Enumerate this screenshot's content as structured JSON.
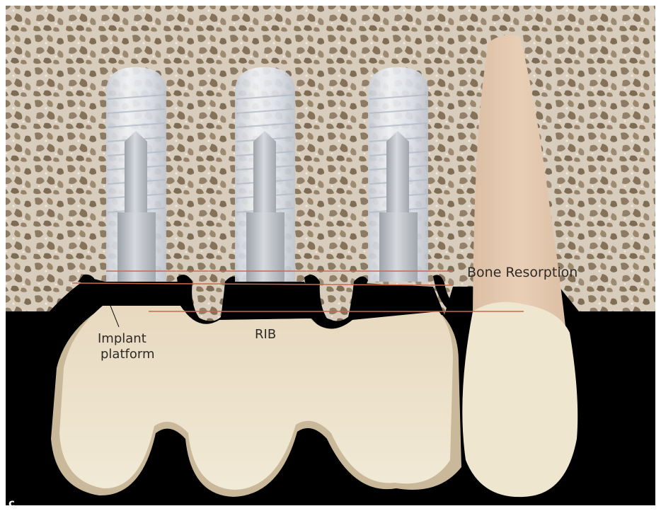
{
  "labels": {
    "bone_resorption": "Bone Resorption",
    "rib": "RIB",
    "implant_line1": "Implant",
    "implant_line2": "platform",
    "panel": "c"
  },
  "colors": {
    "bone_light": "#d8cdbc",
    "bone_dark": "#8c7a62",
    "tooth": "#ede4cc",
    "tooth_shadow": "#d9ccab",
    "root": "#e3c8ae",
    "implant": "#dfe4ec",
    "abutment": "#aeb2b8",
    "resorption_line": "#c86a4c",
    "background": "#000000",
    "frame": "#ffffff"
  }
}
